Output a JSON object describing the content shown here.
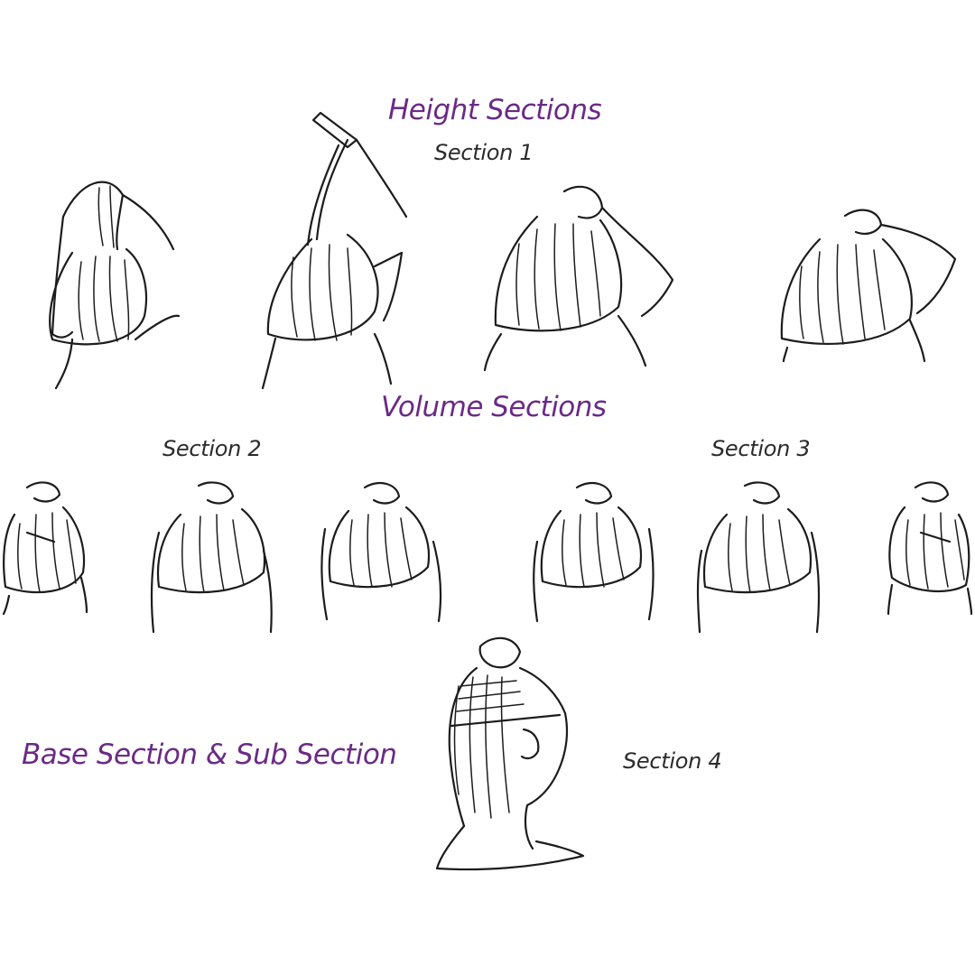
{
  "headings": {
    "height": "Height Sections",
    "volume": "Volume Sections",
    "base": "Base Section & Sub Section"
  },
  "labels": {
    "s1": "Section 1",
    "s2": "Section 2",
    "s3": "Section 3",
    "s4": "Section 4"
  },
  "colors": {
    "heading": "#6a2a86",
    "label": "#2b2b2b",
    "line": "#1c1c1c"
  }
}
